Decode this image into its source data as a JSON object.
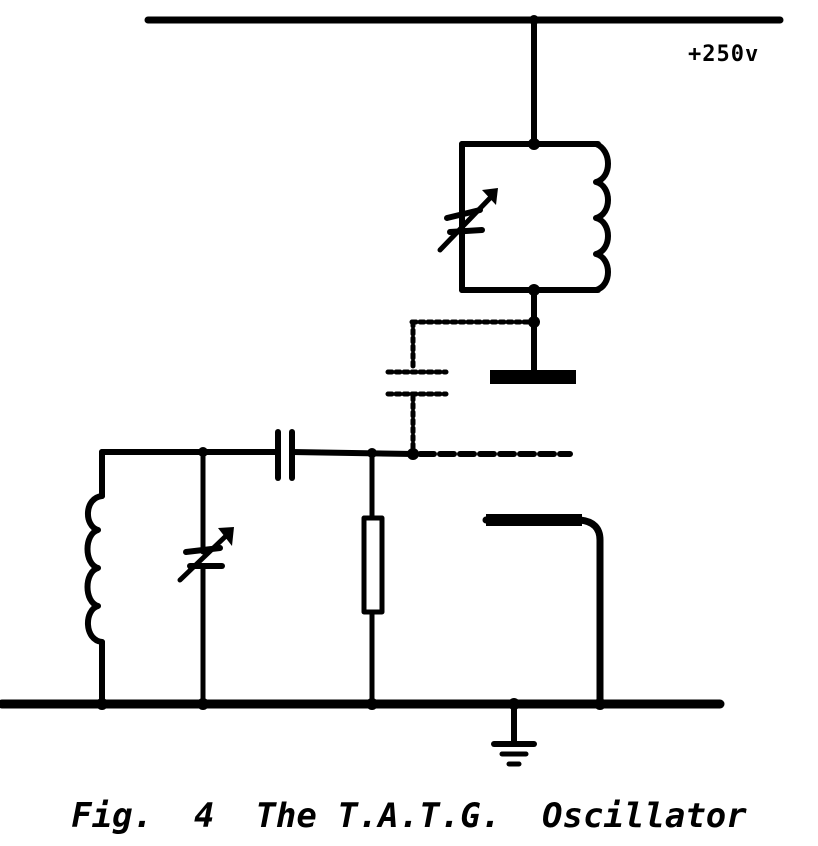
{
  "diagram": {
    "supply_label": "+250v",
    "caption": "Fig.  4  The T.A.T.G.  Oscillator",
    "colors": {
      "ink": "#000000",
      "background": "#ffffff"
    },
    "components": [
      {
        "id": "plate-tank-capacitor",
        "type": "variable-capacitor"
      },
      {
        "id": "plate-tank-inductor",
        "type": "inductor"
      },
      {
        "id": "grid-tank-inductor",
        "type": "inductor"
      },
      {
        "id": "grid-tank-capacitor",
        "type": "variable-capacitor"
      },
      {
        "id": "coupling-capacitor",
        "type": "capacitor"
      },
      {
        "id": "grid-leak-resistor",
        "type": "resistor"
      },
      {
        "id": "interelectrode-capacitance",
        "type": "capacitor (dotted)"
      },
      {
        "id": "valve-anode",
        "type": "triode anode"
      },
      {
        "id": "valve-grid",
        "type": "triode grid (dashed)"
      },
      {
        "id": "valve-cathode",
        "type": "triode cathode"
      },
      {
        "id": "ground",
        "type": "earth"
      }
    ]
  }
}
